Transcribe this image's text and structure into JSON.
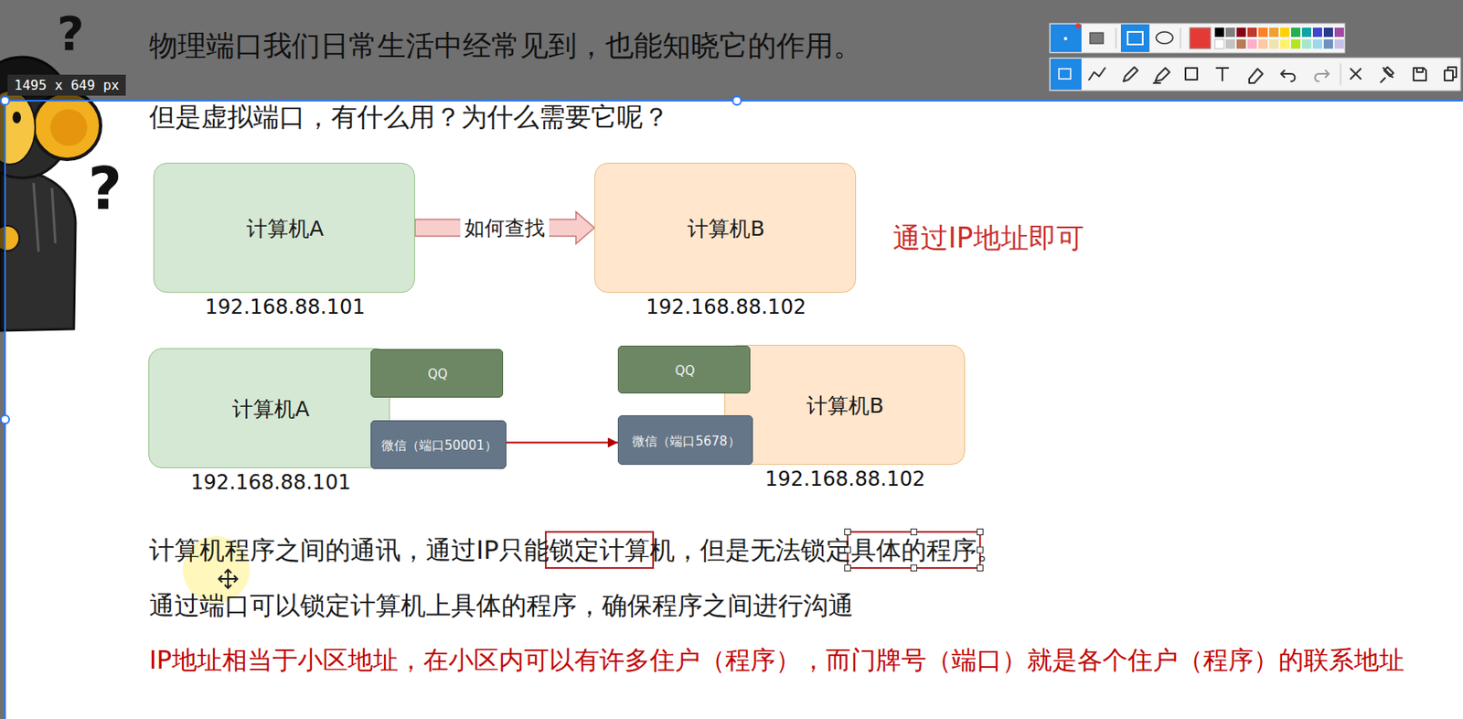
{
  "diagram": {
    "nodes": [
      {
        "text": [
          "计算机A",
          "192.168.88.101"
        ]
      },
      {
        "text": [
          "计算机B",
          "192.168.88.102"
        ]
      },
      {
        "text": [
          "计算机A",
          "192.168.88.101"
        ]
      },
      {
        "text": [
          "QQ"
        ],
        "in": 2
      },
      {
        "text": [
          "微信（端口50001）"
        ],
        "in": 2
      },
      {
        "text": [
          "计算机B",
          "192.168.88.102"
        ]
      },
      {
        "text": [
          "QQ"
        ],
        "in": 5
      },
      {
        "text": [
          "微信（端口5678）"
        ],
        "in": 5
      }
    ],
    "edges": [
      {
        "from": 0,
        "to": 1,
        "arrow": "to",
        "label": "如何查找"
      },
      {
        "from": 4,
        "to": 7,
        "arrow": "to"
      }
    ],
    "labels": [
      "物理端口我们日常生活中经常见到，也能知晓它的作用。",
      "但是虚拟端口，有什么用？为什么需要它呢？",
      "1495 x 649 px",
      "?",
      "?",
      "通过IP地址即可",
      "计算机程序之间的通讯，通过IP只能锁定计算机，但是无法锁定具体的程序。",
      "通过端口可以锁定计算机上具体的程序，确保程序之间进行沟通",
      "IP地址相当于小区地址，在小区内可以有许多住户（程序），而门牌号（端口）就是各个住户（程序）的联系地址"
    ]
  }
}
